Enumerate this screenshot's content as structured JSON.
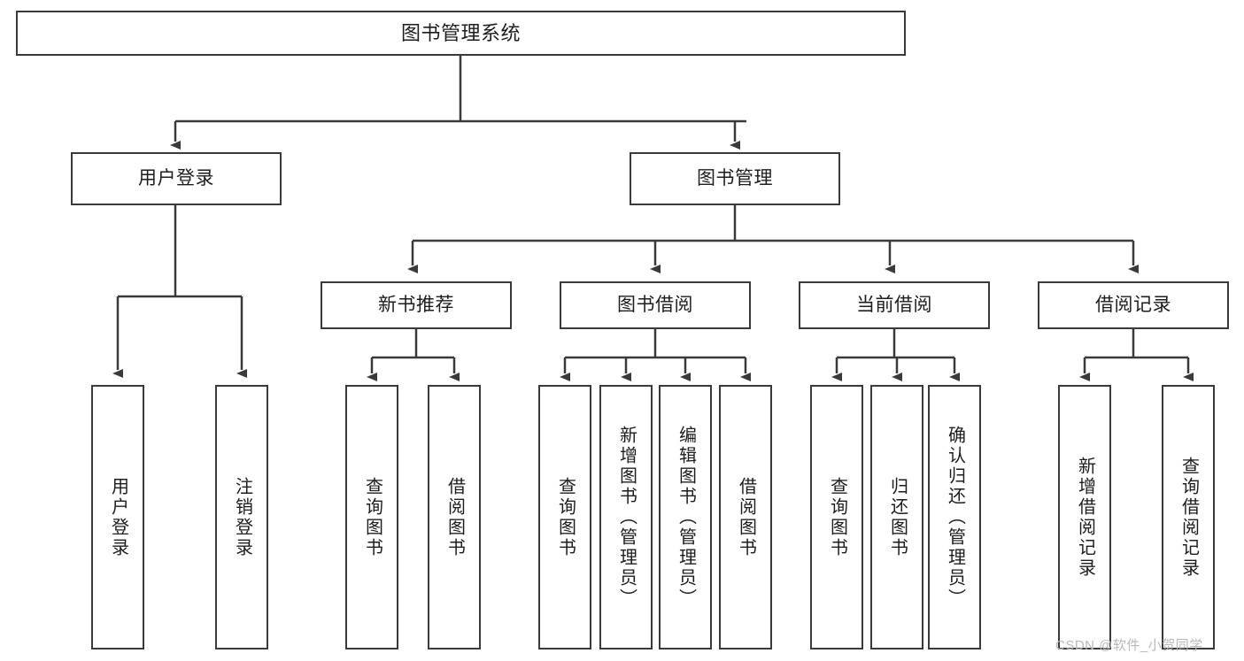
{
  "diagram": {
    "title": "图书管理系统",
    "type": "功能结构图",
    "orientation": "top-down-tree",
    "colors": {
      "box_border": "#3a3a3a",
      "box_fill": "#ffffff",
      "connector": "#3a3a3a",
      "text": "#1d1d1d",
      "watermark": "#b9b9b9",
      "canvas": "#ffffff"
    }
  },
  "root": {
    "label": "图书管理系统"
  },
  "level1": [
    {
      "label": "用户登录"
    },
    {
      "label": "图书管理"
    }
  ],
  "level2": [
    {
      "label": "新书推荐"
    },
    {
      "label": "图书借阅"
    },
    {
      "label": "当前借阅"
    },
    {
      "label": "借阅记录"
    }
  ],
  "leaves": {
    "user_login": [
      {
        "label": "用户登录"
      },
      {
        "label": "注销登录"
      }
    ],
    "new_book_recommend": [
      {
        "label": "查询图书"
      },
      {
        "label": "借阅图书"
      }
    ],
    "book_borrow": [
      {
        "label": "查询图书"
      },
      {
        "label": "新增图书（管理员）"
      },
      {
        "label": "编辑图书（管理员）"
      },
      {
        "label": "借阅图书"
      }
    ],
    "current_borrow": [
      {
        "label": "查询图书"
      },
      {
        "label": "归还图书"
      },
      {
        "label": "确认归还（管理员）"
      }
    ],
    "borrow_record": [
      {
        "label": "新增借阅记录"
      },
      {
        "label": "查询借阅记录"
      }
    ]
  },
  "watermark": {
    "text": "CSDN @软件_小贺同学"
  }
}
